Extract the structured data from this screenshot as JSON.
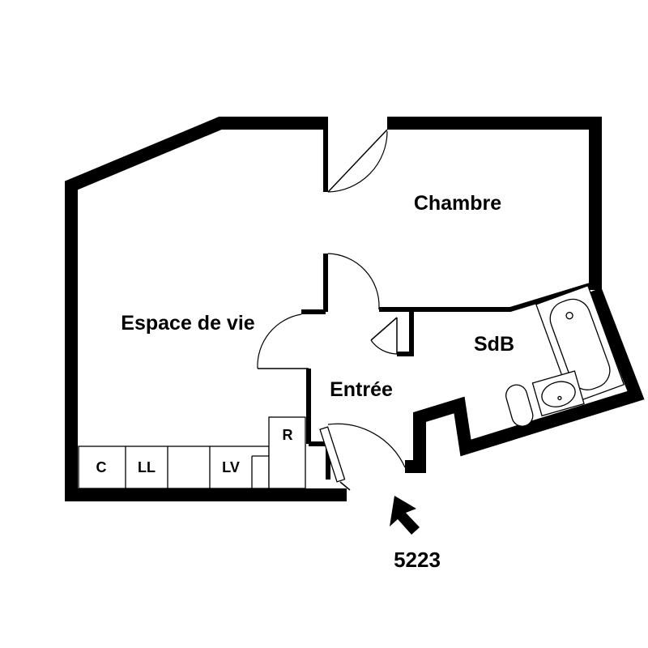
{
  "rooms": {
    "living": "Espace de vie",
    "bedroom": "Chambre",
    "bathroom": "SdB",
    "entrance": "Entrée"
  },
  "appliances": {
    "fridge": "R",
    "oven": "C",
    "washing_machine": "LL",
    "dishwasher": "LV"
  },
  "lot_number": "5223"
}
